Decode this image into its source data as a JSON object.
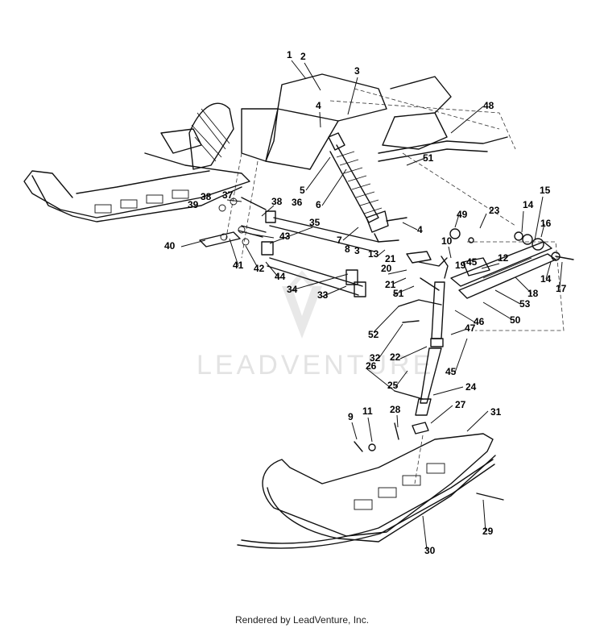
{
  "watermark": {
    "text": "LEADVENTURE"
  },
  "footer": {
    "text": "Rendered by LeadVenture, Inc."
  },
  "callouts": [
    "1",
    "2",
    "3",
    "4",
    "5",
    "6",
    "7",
    "8",
    "3",
    "4",
    "9",
    "10",
    "11",
    "12",
    "13",
    "14",
    "15",
    "16",
    "17",
    "14",
    "18",
    "19",
    "20",
    "21",
    "21",
    "22",
    "23",
    "24",
    "25",
    "26",
    "27",
    "28",
    "29",
    "30",
    "31",
    "32",
    "33",
    "34",
    "35",
    "36",
    "37",
    "38",
    "38",
    "39",
    "40",
    "41",
    "42",
    "43",
    "44",
    "45",
    "45",
    "46",
    "47",
    "48",
    "49",
    "50",
    "51",
    "51",
    "52",
    "53"
  ]
}
